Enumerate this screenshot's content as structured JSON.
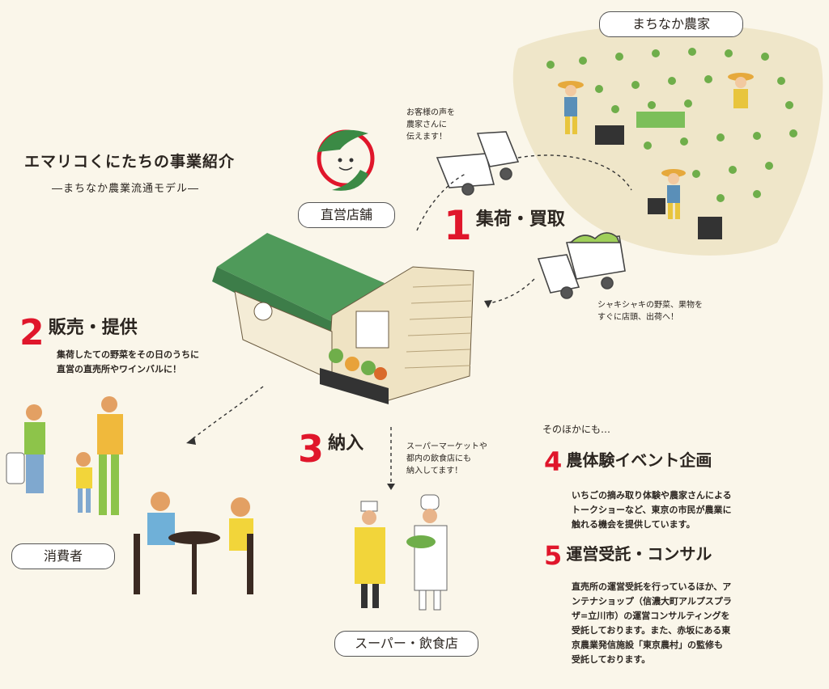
{
  "header": {
    "title": "エマリコくにたちの事業紹介",
    "subtitle": "―まちなか農業流通モデル―"
  },
  "labels": {
    "farm": "まちなか農家",
    "store": "直営店舗",
    "consumer": "消費者",
    "super": "スーパー・飲食店"
  },
  "notes": {
    "voice": [
      "お客様の声を",
      "農家さんに",
      "伝えます！"
    ],
    "fresh": [
      "シャキシャキの野菜、果物を",
      "すぐに店頭、出荷へ！"
    ],
    "supply": [
      "スーパーマーケットや",
      "都内の飲食店にも",
      "納入してます！"
    ]
  },
  "steps": [
    {
      "num": "1",
      "label": "集荷・買取"
    },
    {
      "num": "2",
      "label": "販売・提供",
      "desc": [
        "集荷したての野菜をその日のうちに",
        "直営の直売所やワインバルに！"
      ]
    },
    {
      "num": "3",
      "label": "納入"
    },
    {
      "num": "4",
      "label": "農体験イベント企画",
      "desc": [
        "いちごの摘み取り体験や農家さんによる",
        "トークショーなど、東京の市民が農業に",
        "触れる機会を提供しています。"
      ]
    },
    {
      "num": "5",
      "label": "運営受託・コンサル",
      "desc": [
        "直売所の運営受託を行っているほか、ア",
        "ンテナショップ（信濃大町アルプスプラ",
        "ザ=立川市）の運営コンサルティングを",
        "受託しております。また、赤坂にある東",
        "京農業発信施設「東京農村」の監修も",
        "受託しております。"
      ]
    }
  ],
  "others_heading": "そのほかにも…",
  "colors": {
    "accent": "#e0162b",
    "awning": "#4f9a5a",
    "field": "#f1ead2"
  }
}
